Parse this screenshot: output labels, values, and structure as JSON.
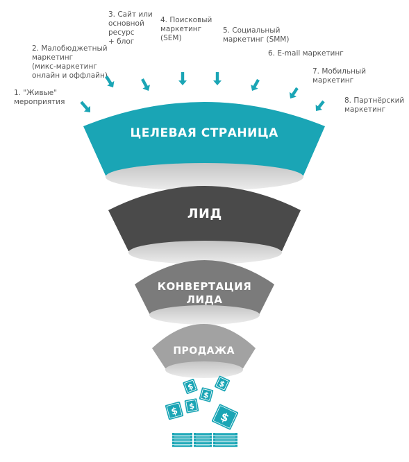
{
  "channels": [
    {
      "lines": [
        "1. \"Живые\"",
        "мероприятия"
      ]
    },
    {
      "lines": [
        "2. Малобюджетный",
        "маркетинг",
        "(микс-маркетинг",
        "онлайн и оффлайн)"
      ]
    },
    {
      "lines": [
        "3. Сайт или",
        "основной",
        "ресурс",
        "+ блог"
      ]
    },
    {
      "lines": [
        "4. Поисковый",
        "маркетинг",
        "(SEM)"
      ]
    },
    {
      "lines": [
        "5. Социальный",
        "маркетинг (SMM)"
      ]
    },
    {
      "lines": [
        "6. E-mail маркетинг"
      ]
    },
    {
      "lines": [
        "7. Мобильный",
        "маркетинг"
      ]
    },
    {
      "lines": [
        "8. Партнёрский",
        "маркетинг"
      ]
    }
  ],
  "funnel": [
    {
      "lines": [
        "ЦЕЛЕВАЯ СТРАНИЦА"
      ]
    },
    {
      "lines": [
        "ЛИД"
      ]
    },
    {
      "lines": [
        "КОНВЕРТАЦИЯ",
        "ЛИДА"
      ]
    },
    {
      "lines": [
        "ПРОДАЖА"
      ]
    }
  ],
  "currency_symbol": "$",
  "colors": {
    "stage_1": "#1aa5b5",
    "stage_2": "#4a4a4a",
    "stage_3": "#7b7b7b",
    "stage_4": "#a2a2a2",
    "rim": "#dcdcdc",
    "arrow": "#1aa5b5",
    "label": "#555555"
  }
}
